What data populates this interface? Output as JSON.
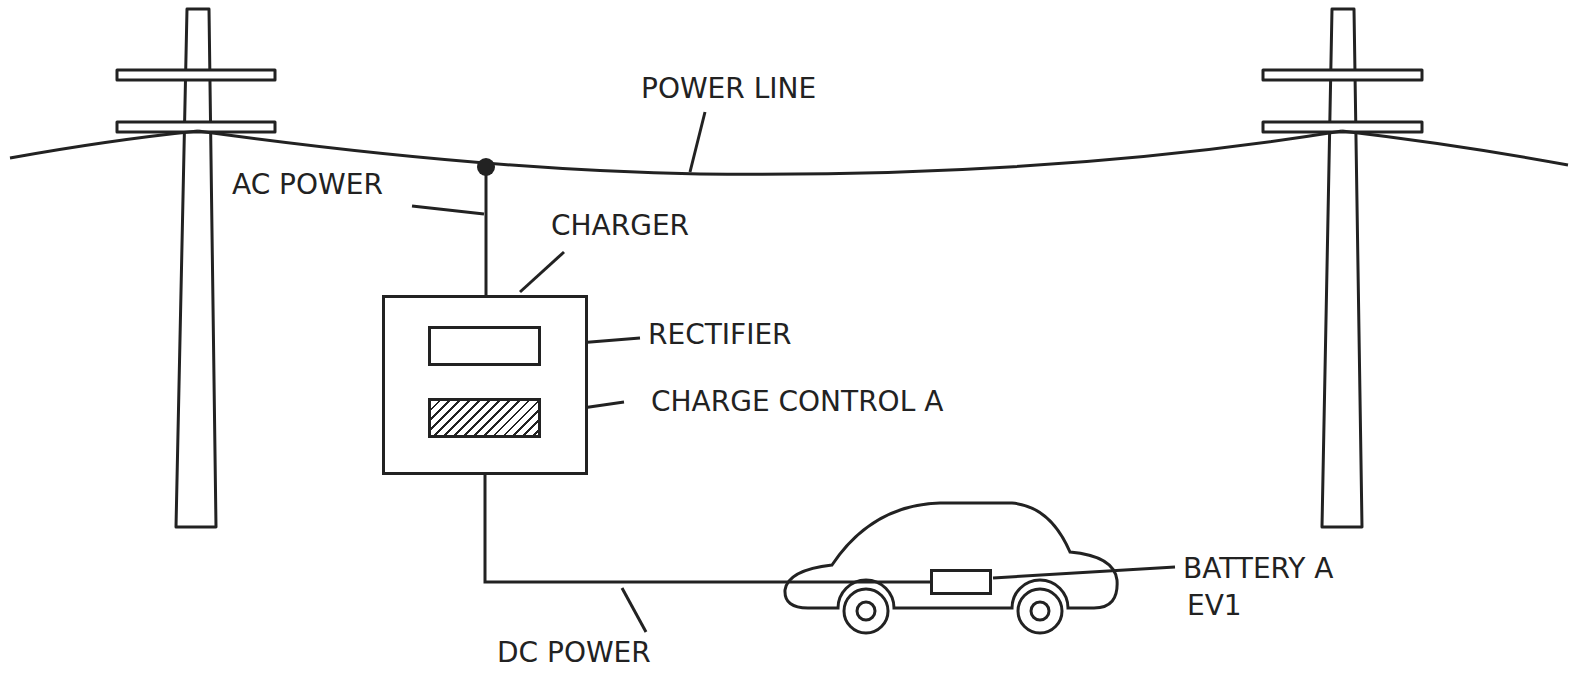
{
  "diagram": {
    "nodes": [
      {
        "text": [
          "CHARGER"
        ]
      },
      {
        "text": [
          "RECTIFIER"
        ],
        "in": 0
      },
      {
        "text": [
          "CHARGE CONTROL A"
        ],
        "in": 0
      },
      {
        "text": [
          "BATTERY A"
        ]
      }
    ],
    "edges": [
      {
        "from": 1,
        "to": 2,
        "arrow": "none"
      },
      {
        "from": 0,
        "to": 3,
        "arrow": "none"
      }
    ],
    "labels": [
      "POWER LINE",
      "AC POWER",
      "DC POWER",
      "EV1"
    ]
  }
}
